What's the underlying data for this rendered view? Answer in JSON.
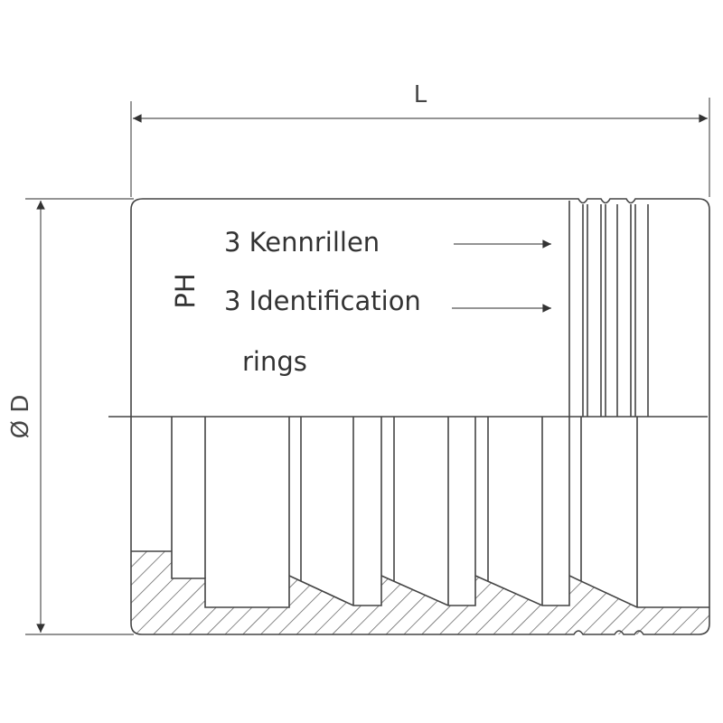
{
  "dimensions": {
    "length_label": "L",
    "diameter_label": "Ø D"
  },
  "part_code": "PH",
  "annotations": {
    "line_de": "3 Kennrillen",
    "line_en_1": "3 Identification",
    "line_en_2": "rings"
  },
  "colors": {
    "line": "#444444",
    "background": "#ffffff"
  }
}
